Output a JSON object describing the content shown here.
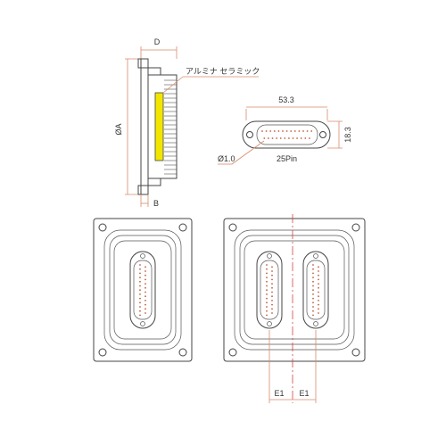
{
  "labels": {
    "dim_d": "D",
    "dim_b": "B",
    "dim_phi_a": "ØA",
    "material": "アルミナ セラミック",
    "dim_width": "53.3",
    "dim_height": "18.3",
    "pin_diameter": "Ø1.0",
    "pin_count": "25Pin",
    "spacing_left": "E1",
    "spacing_right": "E1"
  },
  "colors": {
    "outline": "#444444",
    "dimension": "#d98a6a",
    "insulator": "#f2e600",
    "centerline": "#d94040",
    "pin": "#c06040"
  }
}
